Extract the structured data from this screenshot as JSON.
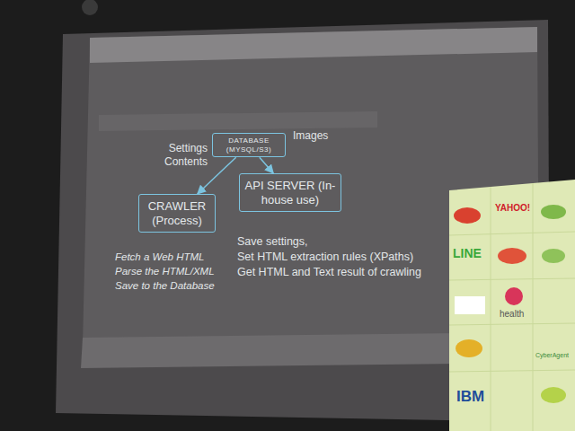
{
  "diagram": {
    "nodes": [
      {
        "text": [
          "DATABASE (MYSQL/S3)"
        ]
      },
      {
        "text": [
          "CRAWLER (Process)"
        ]
      },
      {
        "text": [
          "API SERVER (In-house use)"
        ]
      }
    ],
    "edges": [
      {
        "from": 0,
        "to": 1,
        "arrow": "to"
      },
      {
        "from": 0,
        "to": 2,
        "arrow": "to"
      }
    ],
    "labels": [
      "Settings",
      "Contents",
      "Images",
      "Fetch a Web HTML",
      "Parse the HTML/XML",
      "Save to the Database",
      "Save settings,",
      "Set HTML extraction rules (XPaths)",
      "Get HTML and Text result of crawling",
      "YAHOO!",
      "LINE",
      "health",
      "CyberAgent",
      "IBM"
    ]
  }
}
